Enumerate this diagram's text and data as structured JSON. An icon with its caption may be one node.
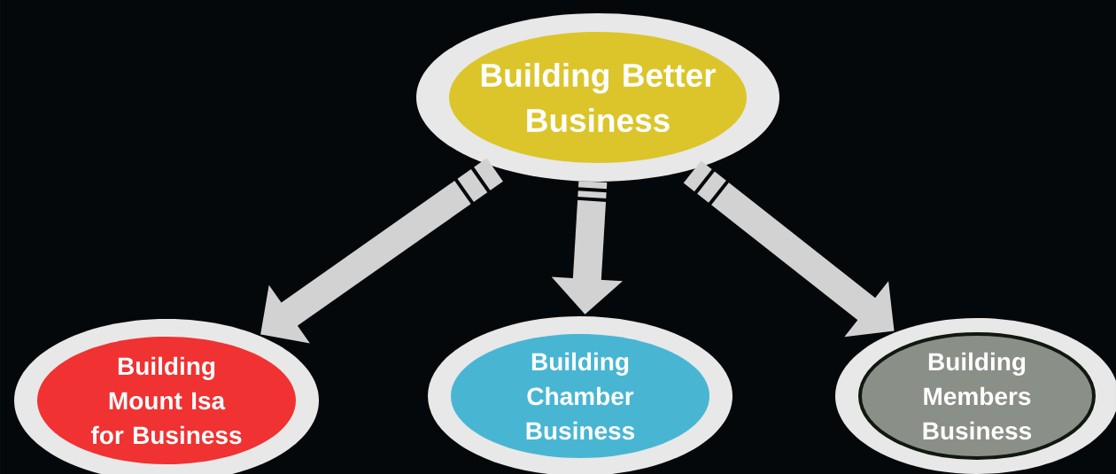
{
  "diagram": {
    "nodes": [
      {
        "text": [
          "Building Better Business"
        ]
      },
      {
        "text": [
          "Building Mount Isa for Business"
        ]
      },
      {
        "text": [
          "Building Chamber Business"
        ]
      },
      {
        "text": [
          "Building Members Business"
        ]
      }
    ],
    "edges": [
      {
        "from": 0,
        "to": 1,
        "arrow": "to"
      },
      {
        "from": 0,
        "to": 2,
        "arrow": "to"
      },
      {
        "from": 0,
        "to": 3,
        "arrow": "to"
      }
    ]
  }
}
